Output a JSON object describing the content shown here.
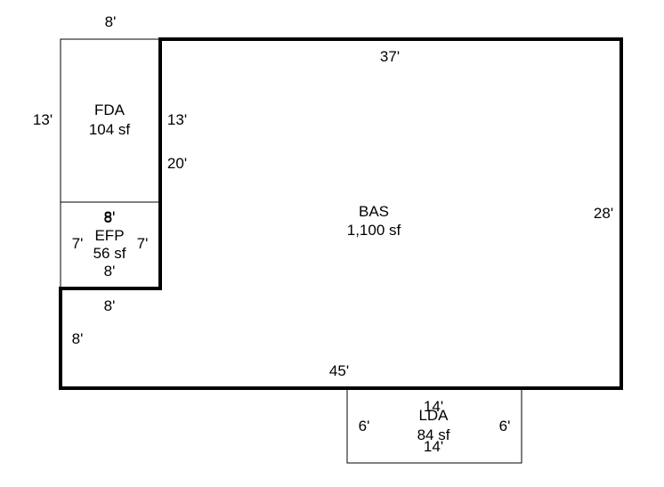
{
  "colors": {
    "stroke": "#000000",
    "background": "#ffffff"
  },
  "areas": {
    "bas": {
      "code": "BAS",
      "area": "1,100 sf"
    },
    "fda": {
      "code": "FDA",
      "area": "104 sf"
    },
    "efp": {
      "code": "EFP",
      "area": "56 sf"
    },
    "lda": {
      "code": "LDA",
      "area": "84 sf"
    }
  },
  "dimensions": {
    "fda_top": "8'",
    "fda_left": "13'",
    "fda_right": "13'",
    "bas_step": "20'",
    "bas_top": "37'",
    "bas_right": "28'",
    "bas_bottom": "45'",
    "efp_top_a": "8'",
    "efp_top_b": "8'",
    "efp_left": "7'",
    "efp_right": "7'",
    "efp_bottom": "8'",
    "notch_width": "8'",
    "notch_height": "8'",
    "lda_top": "14'",
    "lda_left": "6'",
    "lda_right": "6'",
    "lda_bottom": "14'"
  }
}
